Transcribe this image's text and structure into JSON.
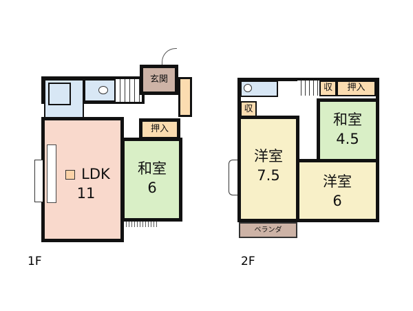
{
  "floor1": {
    "label": "1F",
    "rooms": {
      "genkan": "玄関",
      "oshiire": "押入",
      "ldk": "LDK",
      "ldk_size": "11",
      "washitsu": "和室",
      "washitsu_size": "6"
    }
  },
  "floor2": {
    "label": "2F",
    "rooms": {
      "storage1": "収",
      "storage2": "収",
      "oshiire": "押入",
      "washitsu": "和室",
      "washitsu_size": "4.5",
      "yoshitsu1": "洋室",
      "yoshitsu1_size": "7.5",
      "yoshitsu2": "洋室",
      "yoshitsu2_size": "6",
      "veranda": "ベランダ"
    }
  },
  "colors": {
    "ldk": "#f9d9cc",
    "washitsu": "#d9efc6",
    "yoshitsu": "#f8f0c8",
    "storage": "#fbdcb0",
    "wet": "#d8e7f5",
    "genkan": "#cdb3a6"
  }
}
